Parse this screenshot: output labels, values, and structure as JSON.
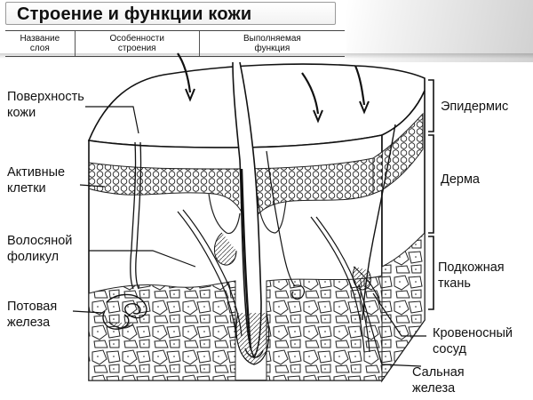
{
  "title": "Строение и функции кожи",
  "table_header": {
    "col1": "Название\nслоя",
    "col2": "Особенности\nстроения",
    "col3": "Выполняемая\nфункция"
  },
  "labels": {
    "surface": "Поверхность\nкожи",
    "active_cells": "Активные\nклетки",
    "follicle": "Волосяной\nфоликул",
    "sweat_gland": "Потовая\nжелеза",
    "epidermis": "Эпидермис",
    "dermis": "Дерма",
    "subcutaneous": "Подкожная\nткань",
    "blood_vessel": "Кровеносный\nсосуд",
    "sebaceous_gland": "Сальная\nжелеза"
  }
}
